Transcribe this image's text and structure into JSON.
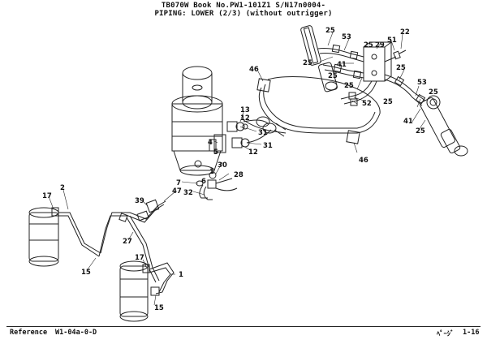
{
  "header": {
    "line1": "TB070W  Book No.PW1-101Z1  S/N17n0004-",
    "line2": "PIPING: LOWER (2/3) (without outrigger)"
  },
  "footer": {
    "reference_label": "Reference",
    "reference_code": "W1-04a-0-D",
    "page_label": "ﾍﾟｰｼﾞ",
    "page_number": "1-16"
  },
  "callouts": {
    "c25a": "25",
    "c53a": "53",
    "c25b": "25",
    "c51": "51",
    "c22": "22",
    "c25c": "25",
    "c25d": "25",
    "c29": "29",
    "c41a": "41",
    "c46a": "46",
    "c25e": "25",
    "c25f": "25",
    "c53b": "53",
    "c25g": "25",
    "c52": "52",
    "c25h": "25",
    "c41b": "41",
    "c25i": "25",
    "c13": "13",
    "c12a": "12",
    "c31a": "31",
    "c31b": "31",
    "c12b": "12",
    "c46b": "46",
    "c4": "4",
    "c5": "5",
    "c1": "1",
    "c6": "6",
    "c30": "30",
    "c28": "28",
    "c7": "7",
    "c32": "32",
    "c47": "47",
    "c39": "39",
    "c17a": "17",
    "c2": "2",
    "c27": "27",
    "c15a": "15",
    "c17b": "17",
    "c1b": "1",
    "c15b": "15"
  }
}
